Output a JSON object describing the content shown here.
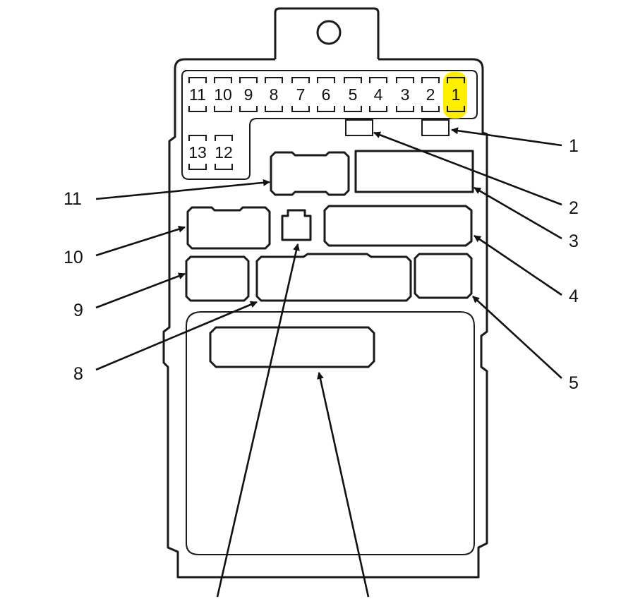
{
  "fuses": [
    {
      "label": "11"
    },
    {
      "label": "10"
    },
    {
      "label": "9"
    },
    {
      "label": "8"
    },
    {
      "label": "7"
    },
    {
      "label": "6"
    },
    {
      "label": "5"
    },
    {
      "label": "4"
    },
    {
      "label": "3"
    },
    {
      "label": "2"
    },
    {
      "label": "1",
      "highlighted": true
    }
  ],
  "fuses_lower": [
    {
      "label": "13"
    },
    {
      "label": "12"
    }
  ],
  "callouts_right": [
    {
      "label": "1"
    },
    {
      "label": "2"
    },
    {
      "label": "3"
    },
    {
      "label": "4"
    },
    {
      "label": "5"
    }
  ],
  "callouts_left": [
    {
      "label": "11"
    },
    {
      "label": "10"
    },
    {
      "label": "9"
    },
    {
      "label": "8"
    }
  ],
  "colors": {
    "highlight": "#ffee00",
    "line": "#1a1a1a"
  }
}
